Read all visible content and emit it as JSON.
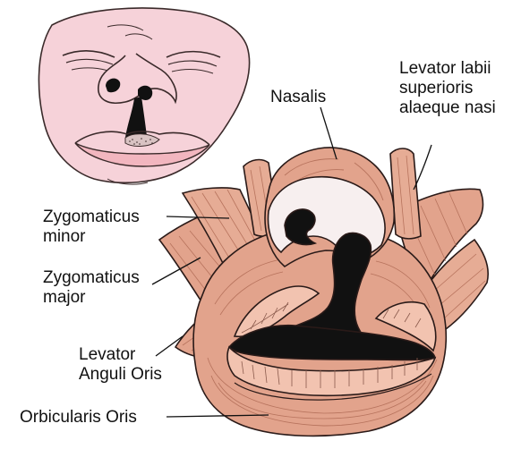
{
  "labels": {
    "nasalis": "Nasalis",
    "levator_labii": [
      "Levator labii",
      "superioris",
      "alaeque nasi"
    ],
    "zygomaticus_minor": [
      "Zygomaticus",
      "minor"
    ],
    "zygomaticus_major": [
      "Zygomaticus",
      "major"
    ],
    "levator_anguli_oris": [
      "Levator",
      "Anguli Oris"
    ],
    "orbicularis_oris": "Orbicularis Oris"
  },
  "colors": {
    "face_inset": "#f6d2d9",
    "muscle": "#e2a38c",
    "muscle_dark": "#c97d67",
    "muscle_light": "#f2c3b0",
    "nasal_skin": "#f7efef",
    "cleft": "#111111",
    "outline": "#2a1a18"
  }
}
